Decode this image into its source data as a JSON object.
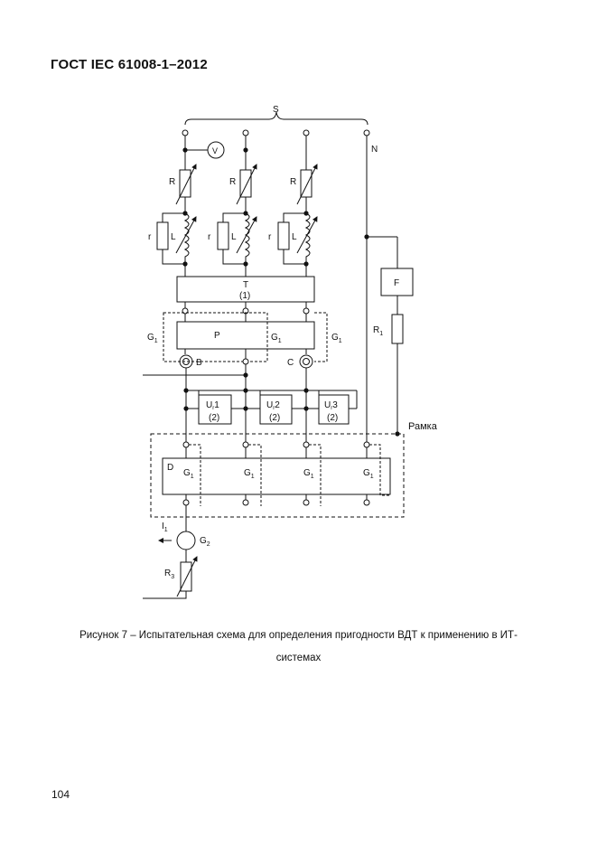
{
  "header": {
    "title": "ГОСТ  IEC 61008-1–2012"
  },
  "figure": {
    "caption_line1": "Рисунок 7 – Испытательная схема для определения пригодности ВДТ к применению в ИТ-",
    "caption_line2": "системах",
    "labels": {
      "S": "S",
      "N": "N",
      "V": "V",
      "R": "R",
      "r": "r",
      "L": "L",
      "T": "T",
      "T_note": "(1)",
      "F": "F",
      "R1": "R",
      "R1_sub": "1",
      "G1": "G",
      "G1_sub": "1",
      "P": "P",
      "B": "B",
      "C": "C",
      "Ut1": "U",
      "Ut1_sub": "r",
      "Ut1_num": "1",
      "Ut2_num": "2",
      "Ut3_num": "3",
      "Ut_note": "(2)",
      "frame": "Рамка",
      "D": "D",
      "I1": "I",
      "I1_sub": "1",
      "G2": "G",
      "G2_sub": "2",
      "R3": "R",
      "R3_sub": "3"
    }
  },
  "footer": {
    "page_number": "104"
  }
}
